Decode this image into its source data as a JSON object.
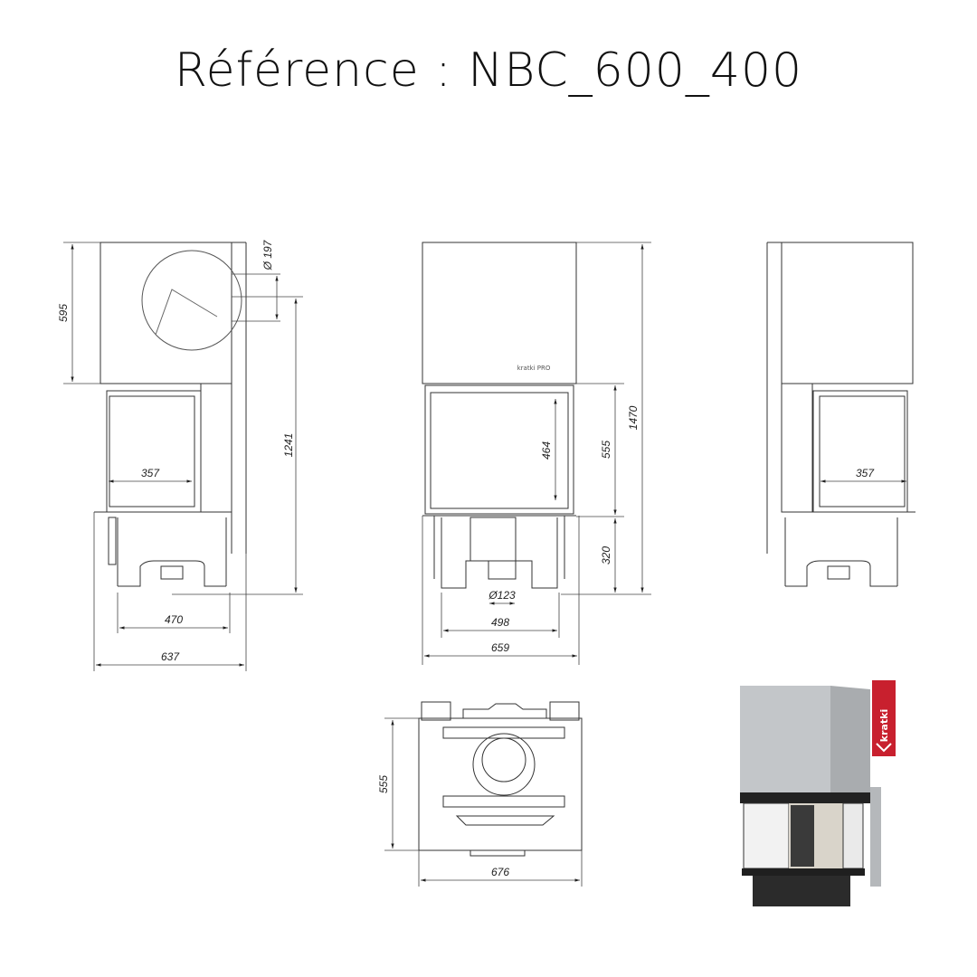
{
  "title": "Référence : NBC_600_400",
  "views": {
    "left_side": {
      "dims": {
        "top_height": "595",
        "flue_diameter": "Ø 197",
        "total_height_to_flue": "1241",
        "glass_width": "357",
        "foot_width": "470",
        "overall_depth": "637"
      }
    },
    "front": {
      "brand_plate": "kratki PRO",
      "dims": {
        "total_height": "1470",
        "door_height": "555",
        "glass_height": "464",
        "base_height": "320",
        "air_inlet": "Ø123",
        "foot_width": "498",
        "overall_width": "659"
      }
    },
    "right_side": {
      "dims": {
        "glass_width": "357"
      }
    },
    "top": {
      "dims": {
        "depth": "555",
        "width": "676"
      }
    }
  },
  "photo": {
    "brand_label": "kratki",
    "colors": {
      "brand_red": "#c8202e",
      "steel": "#b9bcbf",
      "body": "#2b2b2b"
    }
  }
}
